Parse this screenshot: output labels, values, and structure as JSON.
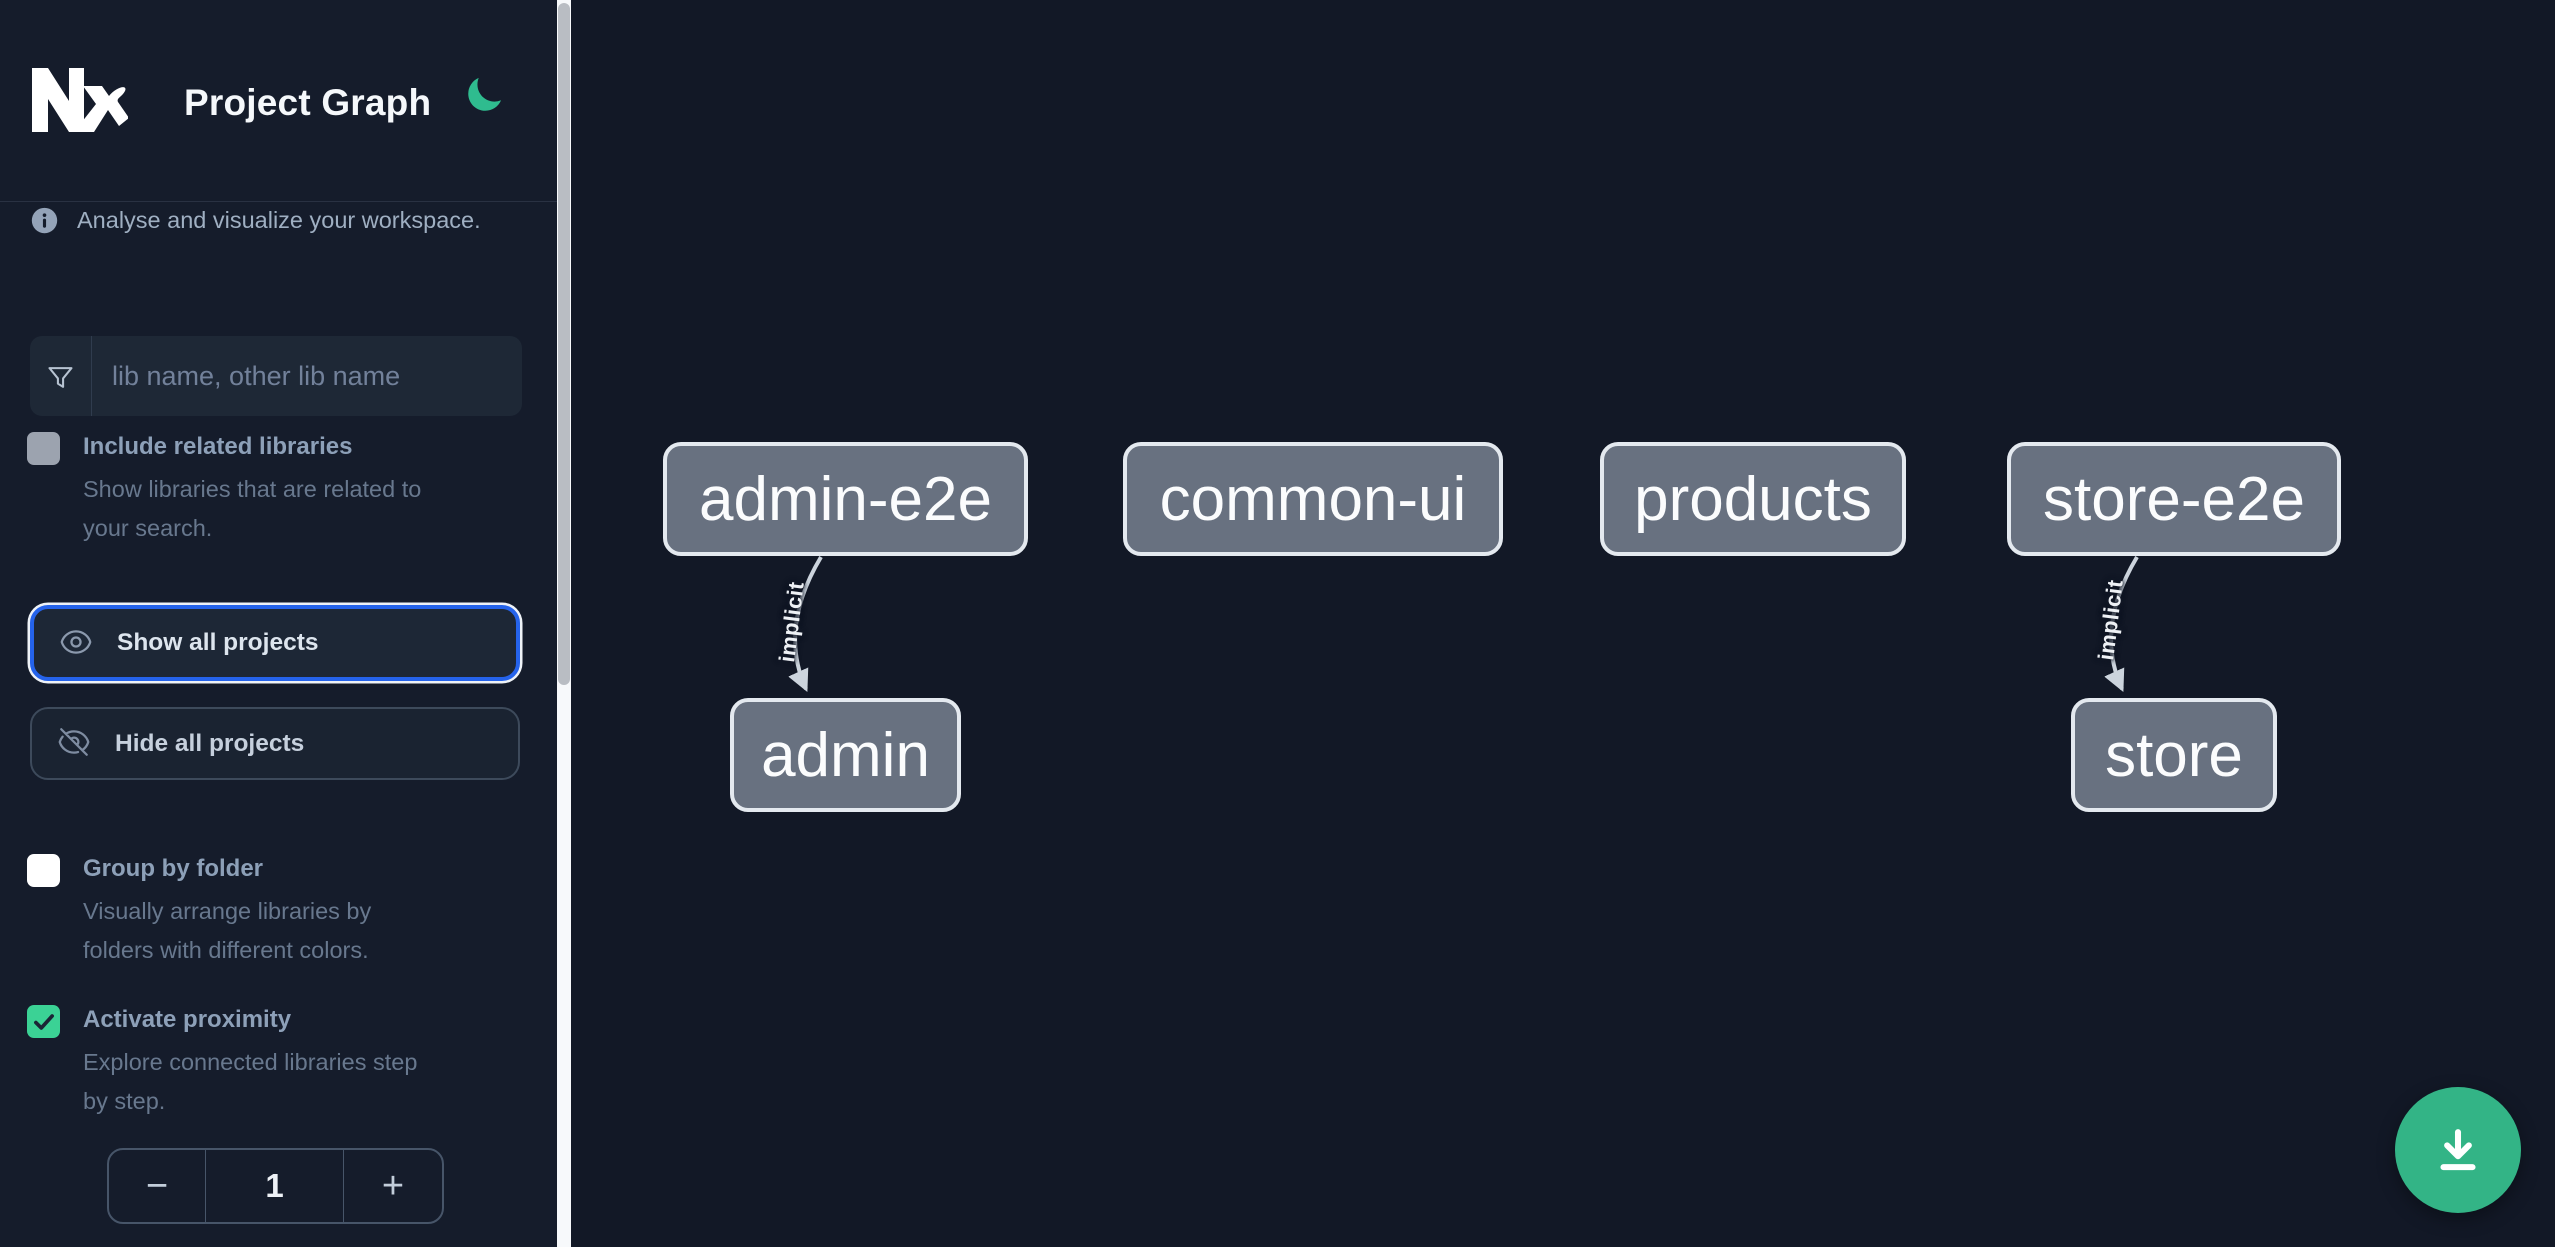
{
  "header": {
    "logo_text": "Nx",
    "title": "Project Graph",
    "theme_toggle_icon": "moon-icon"
  },
  "sidebar": {
    "tagline": "Analyse and visualize your workspace.",
    "search": {
      "placeholder": "lib name, other lib name",
      "icon": "funnel-icon"
    },
    "toggles": [
      {
        "label": "Include related libraries",
        "checked": false,
        "description_lines": [
          "Show libraries that are related to",
          "your search."
        ]
      },
      {
        "label": "Group by folder",
        "checked": false,
        "description_lines": [
          "Visually arrange libraries by",
          "folders with different colors."
        ]
      },
      {
        "label": "Activate proximity",
        "checked": true,
        "description_lines": [
          "Explore connected libraries step",
          "by step."
        ]
      }
    ],
    "actions": [
      {
        "label": "Show all projects",
        "icon": "eye-icon",
        "focused": true
      },
      {
        "label": "Hide all projects",
        "icon": "eye-off-icon",
        "focused": false
      }
    ],
    "proximity_stepper": {
      "decrement_label": "−",
      "value": "1",
      "increment_label": "+"
    }
  },
  "graph": {
    "nodes": [
      {
        "label": "admin-e2e"
      },
      {
        "label": "common-ui"
      },
      {
        "label": "products"
      },
      {
        "label": "store-e2e"
      },
      {
        "label": "admin"
      },
      {
        "label": "store"
      }
    ],
    "edges": [
      {
        "from": "admin-e2e",
        "to": "admin",
        "label": "implicit"
      },
      {
        "from": "store-e2e",
        "to": "store",
        "label": "implicit"
      }
    ]
  },
  "fab": {
    "icon": "download-icon"
  },
  "colors": {
    "sidebar_bg": "#151c2b",
    "canvas_bg": "#121826",
    "accent_green": "#33b486",
    "checkbox_green": "#3bd295",
    "moon_green": "#2fbc8f",
    "focus_blue": "#2563eb",
    "node_fill": "#687180",
    "node_border": "#e4e9ef",
    "edge": "#ccd4dd"
  }
}
